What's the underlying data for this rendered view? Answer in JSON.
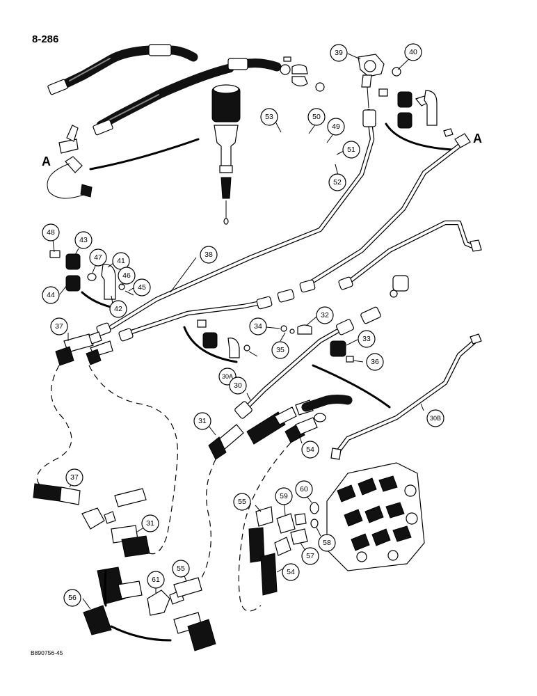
{
  "page_number": "8-286",
  "figure_id": "B890756-45",
  "reference_letters": {
    "left": "A",
    "right": "A"
  },
  "callouts": [
    {
      "label": "39"
    },
    {
      "label": "40"
    },
    {
      "label": "53"
    },
    {
      "label": "50"
    },
    {
      "label": "49"
    },
    {
      "label": "51"
    },
    {
      "label": "52"
    },
    {
      "label": "48"
    },
    {
      "label": "43"
    },
    {
      "label": "47"
    },
    {
      "label": "41"
    },
    {
      "label": "38"
    },
    {
      "label": "46"
    },
    {
      "label": "45"
    },
    {
      "label": "44"
    },
    {
      "label": "42"
    },
    {
      "label": "37"
    },
    {
      "label": "34"
    },
    {
      "label": "32"
    },
    {
      "label": "35"
    },
    {
      "label": "33"
    },
    {
      "label": "36"
    },
    {
      "label": "30A"
    },
    {
      "label": "30"
    },
    {
      "label": "30B"
    },
    {
      "label": "31"
    },
    {
      "label": "54"
    },
    {
      "label": "37"
    },
    {
      "label": "55"
    },
    {
      "label": "59"
    },
    {
      "label": "60"
    },
    {
      "label": "31"
    },
    {
      "label": "58"
    },
    {
      "label": "57"
    },
    {
      "label": "54"
    },
    {
      "label": "55"
    },
    {
      "label": "61"
    },
    {
      "label": "56"
    }
  ]
}
